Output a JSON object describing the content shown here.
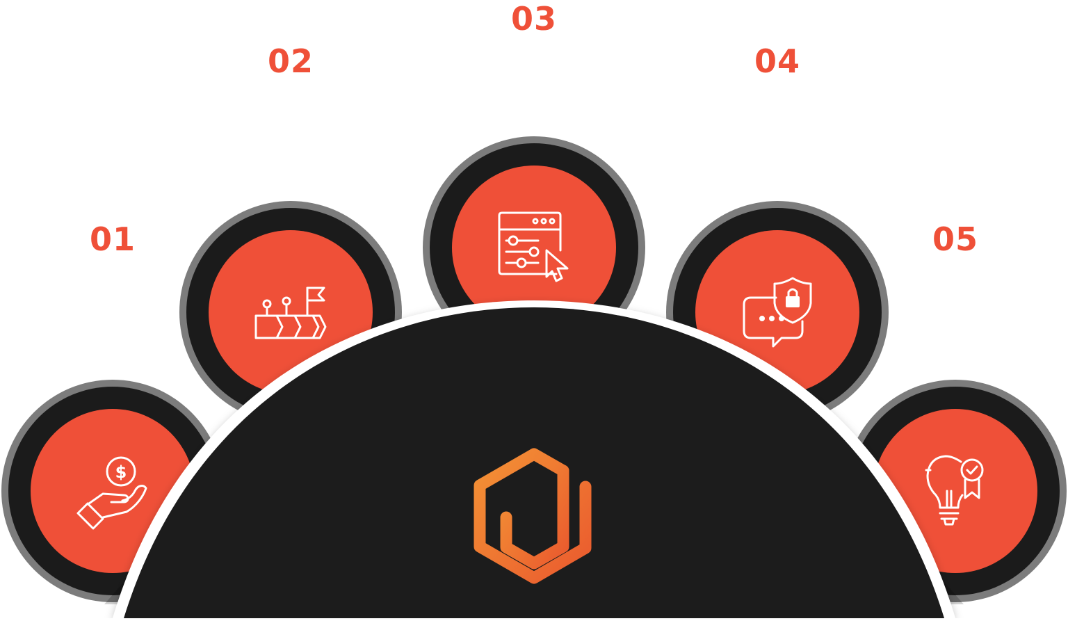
{
  "steps": [
    {
      "number": "01",
      "icon": "hand-coin-dollar-icon"
    },
    {
      "number": "02",
      "icon": "roadmap-flag-icon"
    },
    {
      "number": "03",
      "icon": "browser-settings-cursor-icon"
    },
    {
      "number": "04",
      "icon": "chat-shield-lock-icon"
    },
    {
      "number": "05",
      "icon": "lightbulb-award-icon"
    }
  ],
  "center_logo": {
    "icon": "hexagon-logo-icon"
  },
  "colors": {
    "accent": "#ef5038",
    "ring_dark": "#1b1b1b",
    "ring_gray": "#7c7c7c",
    "logo_gradient_start": "#f39235",
    "logo_gradient_end": "#ea5a2e"
  }
}
